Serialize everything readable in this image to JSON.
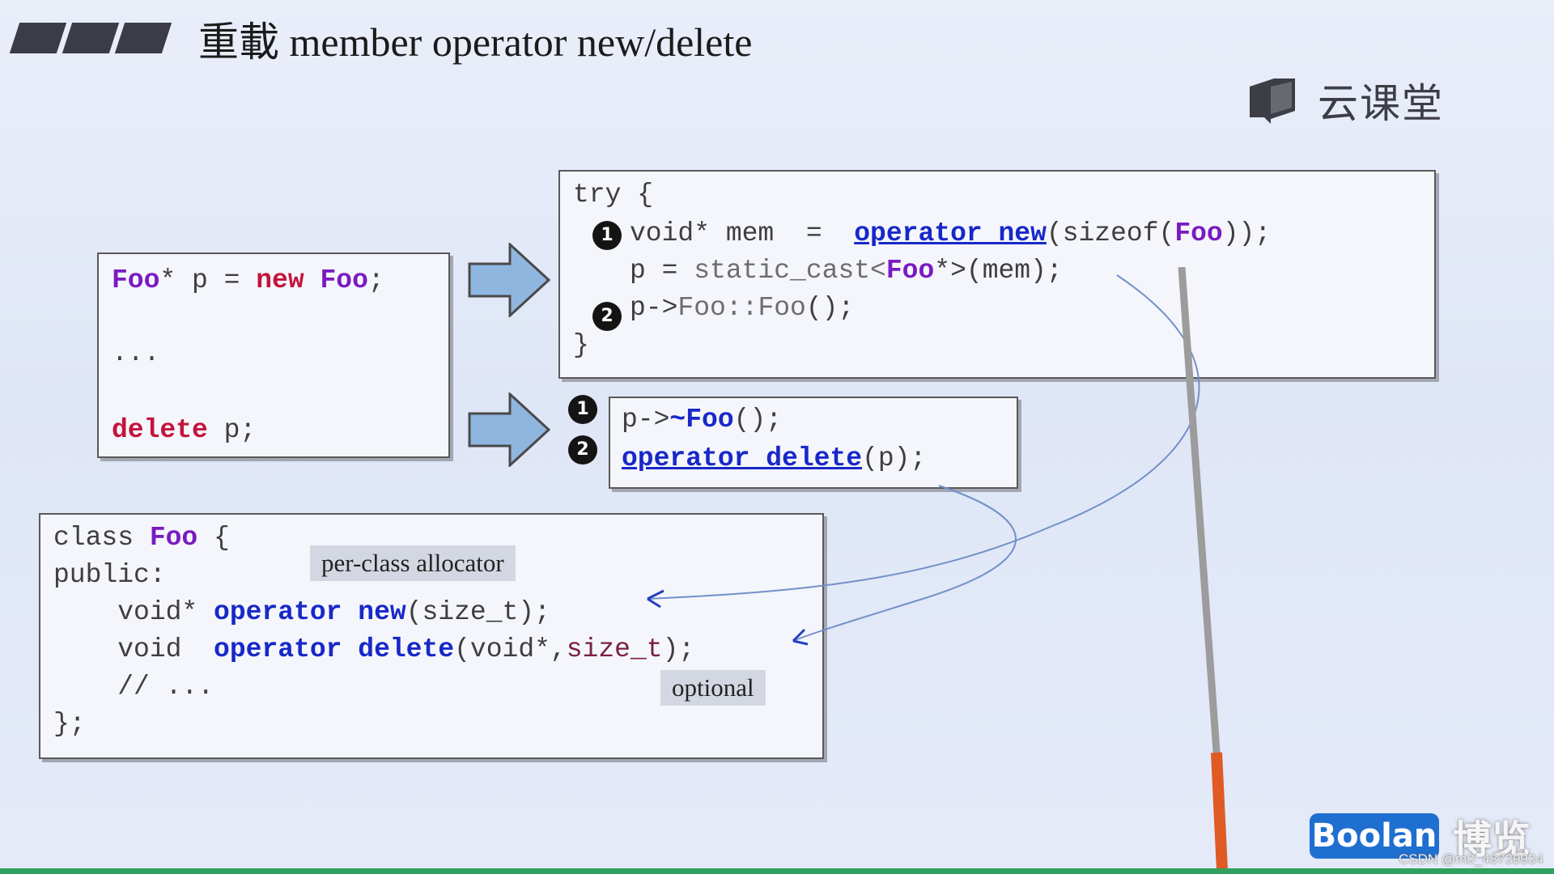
{
  "slide": {
    "title": "重載 member operator new/delete",
    "logo_text": "云课堂"
  },
  "box_client": {
    "line1": [
      "Foo",
      "* p = ",
      "new",
      " ",
      "Foo",
      ";"
    ],
    "line2": "...",
    "line3": [
      "delete",
      " p;"
    ]
  },
  "box_try": {
    "line1": "try {",
    "line2": [
      "void* mem  =  ",
      "operator new",
      "(sizeof(",
      "Foo",
      "));"
    ],
    "line3": [
      "p = ",
      "static_cast<",
      "Foo",
      "*>(mem);"
    ],
    "line4": [
      "p->",
      "Foo::Foo",
      "();"
    ],
    "line5": "}"
  },
  "box_delete": {
    "line1": [
      "p->",
      "~Foo",
      "();"
    ],
    "line2": [
      "operator delete",
      "(p);"
    ]
  },
  "box_class": {
    "line1": [
      "class ",
      "Foo",
      " {"
    ],
    "line2": "public:",
    "line3": [
      "    void* ",
      "operator new",
      "(size_t);"
    ],
    "line4": [
      "    void  ",
      "operator delete",
      "(void*,",
      "size_t",
      ");"
    ],
    "line5": "    // ...",
    "line6": "};"
  },
  "badges": {
    "one": "1",
    "two": "2"
  },
  "tags": {
    "per_class": "per-class allocator",
    "optional": "optional"
  },
  "branding": {
    "boolan": "Boolan",
    "boolan_cn": "博览",
    "watermark": "CSDN @m0_48739934"
  },
  "icons": {
    "arrow": "right-arrow-icon",
    "logo": "book-icon"
  },
  "colors": {
    "keyword_red": "#c4143b",
    "type_purple": "#7a1ac2",
    "func_blue": "#1828c8",
    "arrow_fill": "#8fb6df"
  }
}
